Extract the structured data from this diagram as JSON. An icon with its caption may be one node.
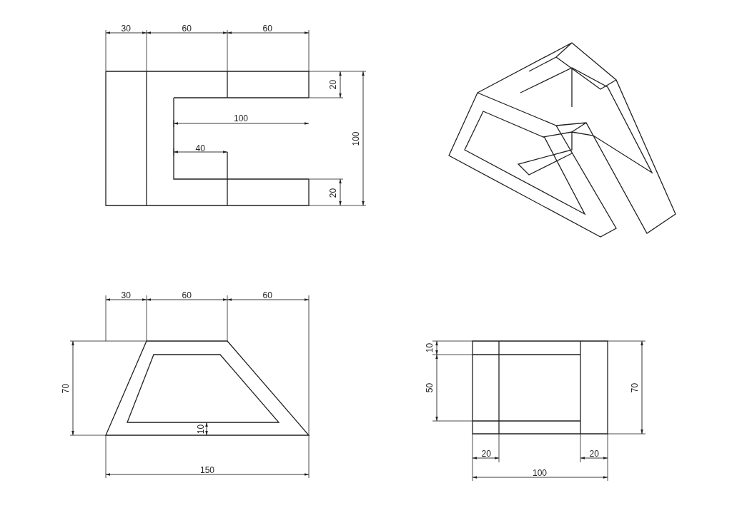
{
  "diagram": {
    "labels": [
      "30",
      "60",
      "60",
      "20",
      "100",
      "100",
      "40",
      "20",
      "30",
      "60",
      "60",
      "70",
      "10",
      "150",
      "10",
      "50",
      "70",
      "20",
      "20",
      "100"
    ]
  }
}
